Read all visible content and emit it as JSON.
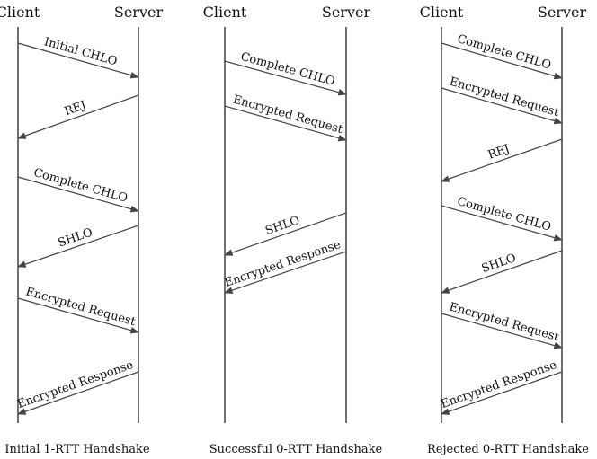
{
  "panels": [
    {
      "client_label": "Client",
      "server_label": "Server",
      "caption": "Initial 1-RTT Handshake",
      "messages": [
        {
          "label": "Initial CHLO",
          "direction": "to-server"
        },
        {
          "label": "REJ",
          "direction": "to-client"
        },
        {
          "label": "Complete CHLO",
          "direction": "to-server"
        },
        {
          "label": "SHLO",
          "direction": "to-client"
        },
        {
          "label": "Encrypted Request",
          "direction": "to-server"
        },
        {
          "label": "Encrypted Response",
          "direction": "to-client"
        }
      ]
    },
    {
      "client_label": "Client",
      "server_label": "Server",
      "caption": "Successful 0-RTT Handshake",
      "messages": [
        {
          "label": "Complete CHLO",
          "direction": "to-server"
        },
        {
          "label": "Encrypted Request",
          "direction": "to-server"
        },
        {
          "label": "SHLO",
          "direction": "to-client"
        },
        {
          "label": "Encrypted Response",
          "direction": "to-client"
        }
      ]
    },
    {
      "client_label": "Client",
      "server_label": "Server",
      "caption": "Rejected 0-RTT Handshake",
      "messages": [
        {
          "label": "Complete CHLO",
          "direction": "to-server"
        },
        {
          "label": "Encrypted Request",
          "direction": "to-server"
        },
        {
          "label": "REJ",
          "direction": "to-client"
        },
        {
          "label": "Complete CHLO",
          "direction": "to-server"
        },
        {
          "label": "SHLO",
          "direction": "to-client"
        },
        {
          "label": "Encrypted Request",
          "direction": "to-server"
        },
        {
          "label": "Encrypted Response",
          "direction": "to-client"
        }
      ]
    }
  ]
}
